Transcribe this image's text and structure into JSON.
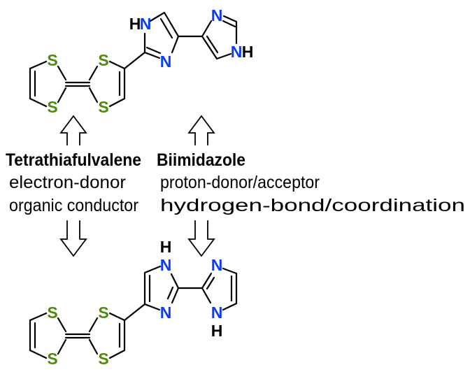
{
  "colors": {
    "sulfur": "#4e8a0e",
    "nitrogen": "#0a3cff",
    "hydrogen": "#000000"
  },
  "atoms": {
    "S": "S",
    "N": "N",
    "H": "H"
  },
  "ttf": {
    "title": "Tetrathiafulvalene",
    "lines": [
      "electron-donor",
      "organic conductor"
    ]
  },
  "biimidazole": {
    "title": "Biimidazole",
    "lines": [
      "proton-donor/acceptor",
      "hydrogen-bond/coordination"
    ]
  }
}
